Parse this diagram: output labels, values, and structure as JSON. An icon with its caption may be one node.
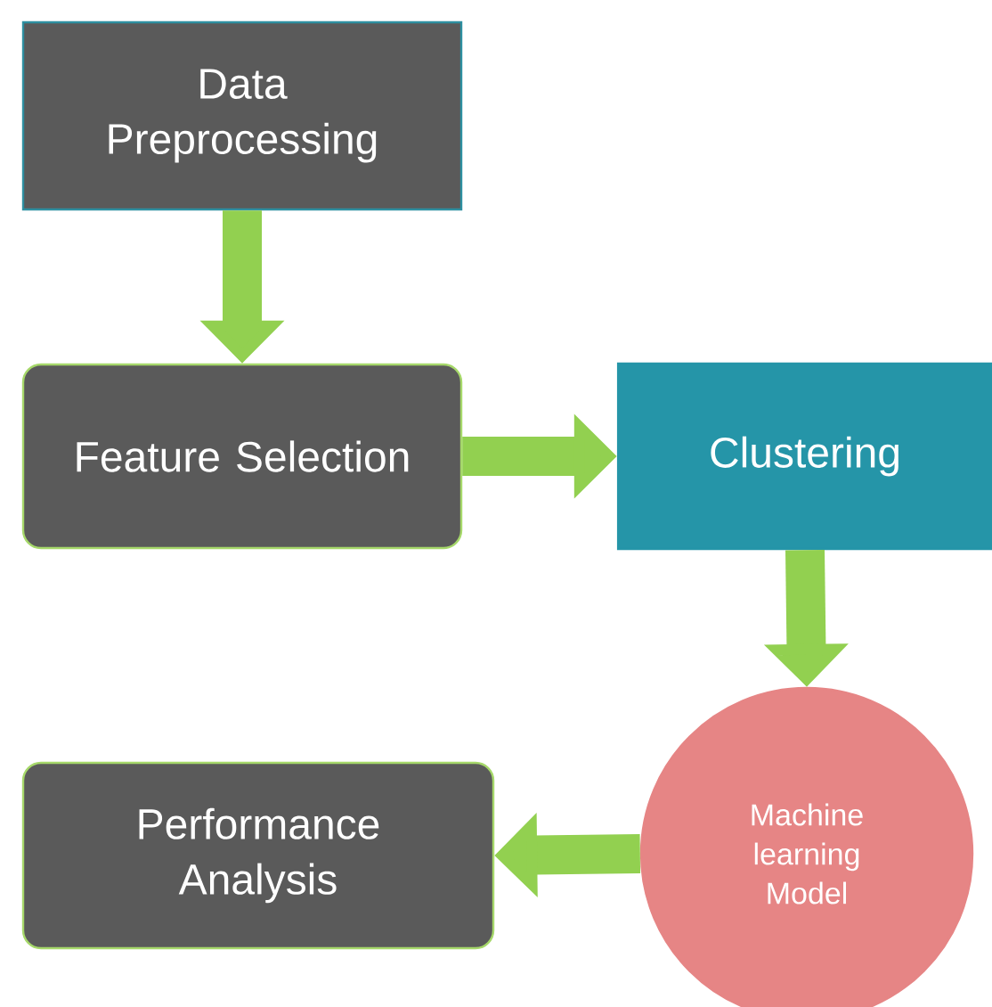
{
  "diagram": {
    "nodes": [
      {
        "text": [
          "Data Preprocessing"
        ]
      },
      {
        "text": [
          "Feature Selection"
        ]
      },
      {
        "text": [
          "Clustering"
        ]
      },
      {
        "text": [
          "Machine learning Model"
        ]
      },
      {
        "text": [
          "Performance Analysis"
        ]
      }
    ],
    "edges": [
      {
        "from": 0,
        "to": 1,
        "arrow": "to"
      },
      {
        "from": 1,
        "to": 2,
        "arrow": "to"
      },
      {
        "from": 2,
        "to": 3,
        "arrow": "to"
      },
      {
        "from": 3,
        "to": 4,
        "arrow": "to"
      }
    ]
  }
}
